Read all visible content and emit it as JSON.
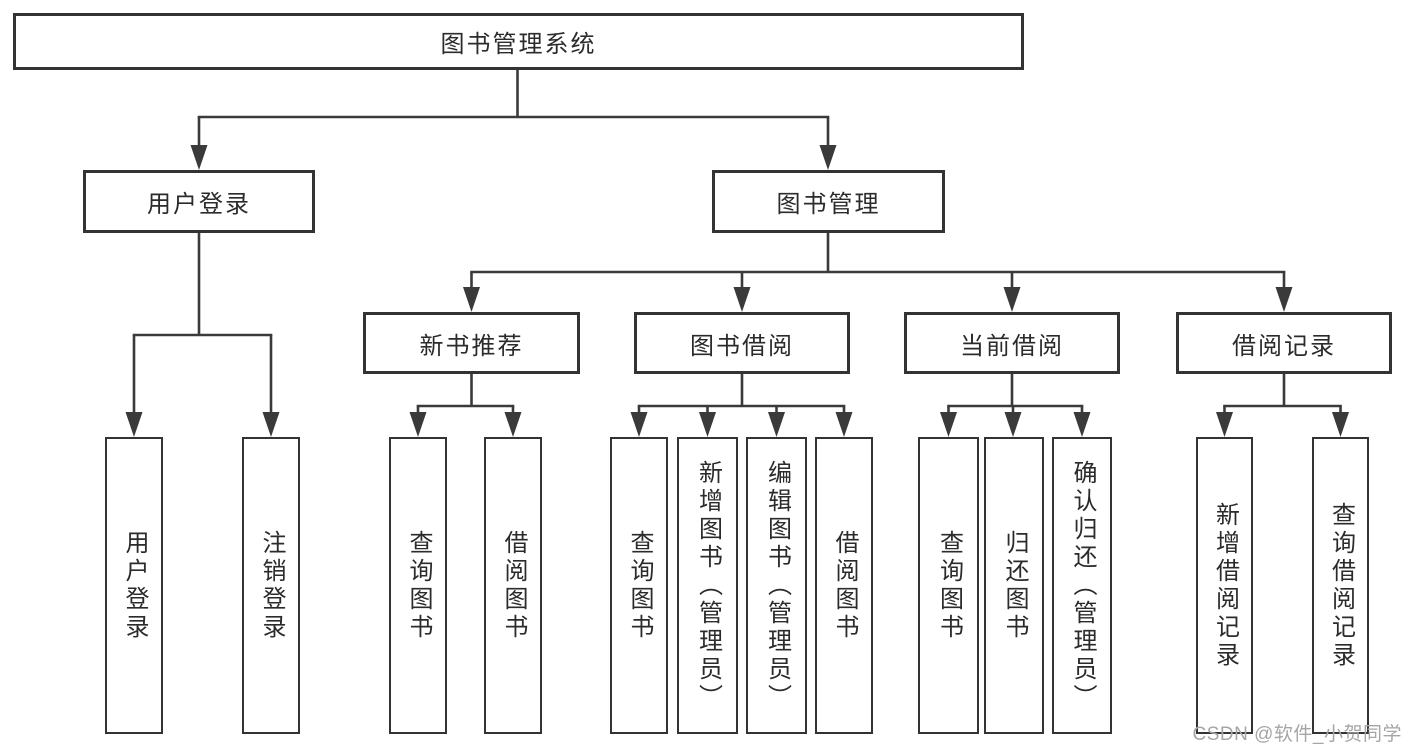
{
  "diagram": {
    "root": {
      "label": "图书管理系统"
    },
    "level2": [
      {
        "label": "用户登录"
      },
      {
        "label": "图书管理"
      }
    ],
    "level3": [
      {
        "label": "新书推荐"
      },
      {
        "label": "图书借阅"
      },
      {
        "label": "当前借阅"
      },
      {
        "label": "借阅记录"
      }
    ],
    "leaves": [
      {
        "label": "用户登录"
      },
      {
        "label": "注销登录"
      },
      {
        "label": "查询图书"
      },
      {
        "label": "借阅图书"
      },
      {
        "label": "查询图书"
      },
      {
        "label": "新增图书（管理员）"
      },
      {
        "label": "编辑图书（管理员）"
      },
      {
        "label": "借阅图书"
      },
      {
        "label": "查询图书"
      },
      {
        "label": "归还图书"
      },
      {
        "label": "确认归还（管理员）"
      },
      {
        "label": "新增借阅记录"
      },
      {
        "label": "查询借阅记录"
      }
    ]
  },
  "watermark": {
    "text": "CSDN @软件_小贺同学"
  },
  "colors": {
    "line": "#3a3a3a",
    "box_border": "#333333",
    "text": "#2b2b2b",
    "watermark": "#a6a6a6",
    "background": "#ffffff"
  }
}
